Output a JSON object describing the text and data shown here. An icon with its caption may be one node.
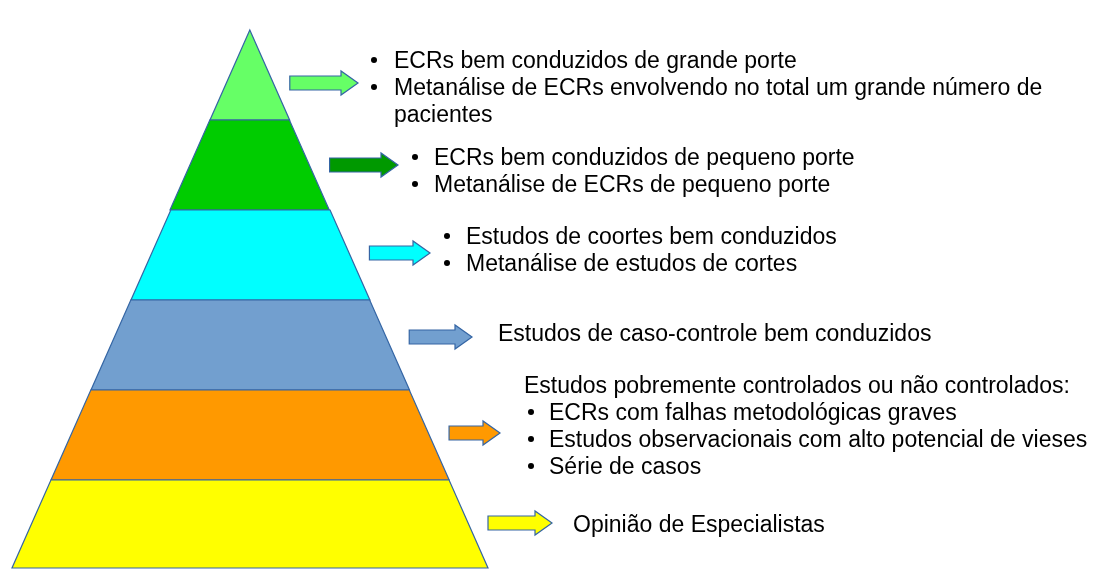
{
  "diagram": {
    "nodes": [
      {
        "text": [],
        "shape": "triangle"
      },
      {
        "text": [],
        "shape": "trapezoid"
      },
      {
        "text": [],
        "shape": "trapezoid"
      },
      {
        "text": [],
        "shape": "trapezoid"
      },
      {
        "text": [],
        "shape": "trapezoid"
      },
      {
        "text": [],
        "shape": "trapezoid"
      },
      {
        "text": [
          "ECRs bem conduzidos de grande porte",
          "Metanálise de ECRs envolvendo no total um grande número de pacientes"
        ]
      },
      {
        "text": [
          "ECRs bem conduzidos de pequeno porte",
          "Metanálise de ECRs de pequeno porte"
        ]
      },
      {
        "text": [
          "Estudos de coortes bem conduzidos",
          "Metanálise de estudos de cortes"
        ]
      },
      {
        "text": [
          "Estudos de caso-controle bem conduzidos"
        ]
      },
      {
        "text": [
          "Estudos pobremente controlados ou não controlados:",
          "ECRs com falhas metodológicas graves",
          "Estudos observacionais com alto potencial de vieses",
          "Série de casos"
        ]
      },
      {
        "text": [
          "Opinião de Especialistas"
        ]
      }
    ],
    "edges": [
      {
        "from": 0,
        "to": 6,
        "arrow": "to",
        "style": "thick",
        "color": "#66ff66"
      },
      {
        "from": 1,
        "to": 7,
        "arrow": "to",
        "style": "thick",
        "color": "#009900"
      },
      {
        "from": 2,
        "to": 8,
        "arrow": "to",
        "style": "thick",
        "color": "#00ffff"
      },
      {
        "from": 3,
        "to": 9,
        "arrow": "to",
        "style": "thick",
        "color": "#729fcf"
      },
      {
        "from": 4,
        "to": 10,
        "arrow": "to",
        "style": "thick",
        "color": "#ff9900"
      },
      {
        "from": 5,
        "to": 11,
        "arrow": "to",
        "style": "thick",
        "color": "#ffff00"
      }
    ]
  }
}
